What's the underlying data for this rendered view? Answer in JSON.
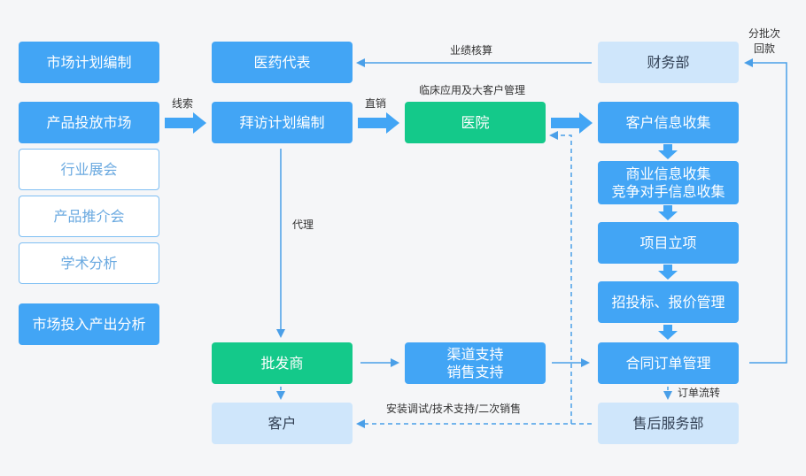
{
  "left_column": {
    "market_plan": "市场计划编制",
    "product_launch": "产品投放市场",
    "industry_expo": "行业展会",
    "product_promo": "产品推介会",
    "academic_analysis": "学术分析",
    "roi_analysis": "市场投入产出分析"
  },
  "middle": {
    "pharma_rep": "医药代表",
    "visit_plan": "拜访计划编制",
    "wholesaler": "批发商",
    "customer": "客户"
  },
  "center": {
    "hospital": "医院",
    "channel_sales_support": "渠道支持\n销售支持"
  },
  "right_column": {
    "finance": "财务部",
    "customer_info": "客户信息收集",
    "business_info": "商业信息收集\n竞争对手信息收集",
    "project": "项目立项",
    "bidding": "招投标、报价管理",
    "contract": "合同订单管理",
    "after_sales": "售后服务部"
  },
  "labels": {
    "performance": "业绩核算",
    "installments": "分批次\n回款",
    "leads": "线索",
    "direct_sales": "直销",
    "clinical": "临床应用及大客户管理",
    "agency": "代理",
    "order_flow": "订单流转",
    "install_support": "安装调试/技术支持/二次销售"
  },
  "colors": {
    "primary": "#42a5f5",
    "green": "#14c98a",
    "light": "#cfe6fb",
    "arrow": "#4a9fe8"
  }
}
